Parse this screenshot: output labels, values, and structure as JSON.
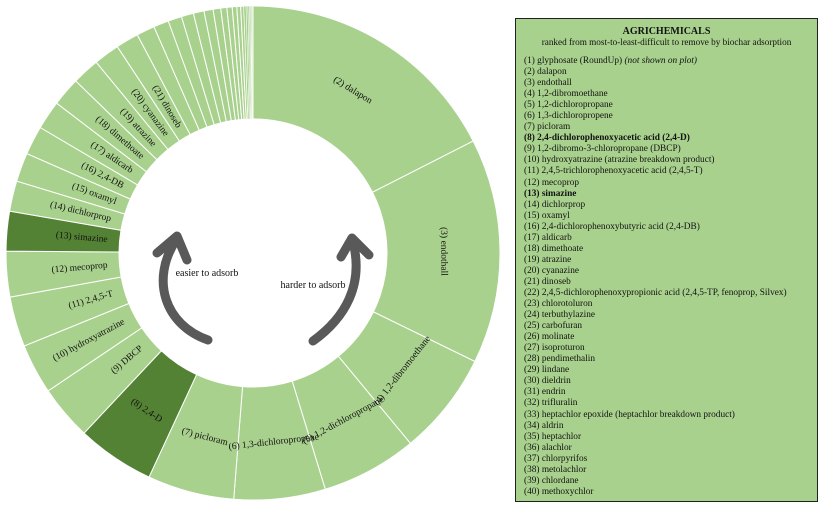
{
  "chart_data": {
    "type": "pie",
    "title": "AGRICHEMICALS",
    "subtitle": "ranked from most-to-least-difficult to remove by biochar adsorption",
    "arrow_labels": {
      "easier": "easier to adsorb",
      "harder": "harder to adsorb"
    },
    "colors": {
      "normal": "#a9d18e",
      "highlight": "#548235",
      "stroke": "#ffffff",
      "legend_border": "#222222"
    },
    "slices": [
      {
        "label": "(2) dalapon",
        "value": 17.6
      },
      {
        "label": "(3) endothall",
        "value": 14.8
      },
      {
        "label": "(4) 1,2-dibromoethane",
        "value": 6.8
      },
      {
        "label": "(5) 1,2-dichloropropane",
        "value": 6.3
      },
      {
        "label": "(6) 1,3-dichloropropene",
        "value": 6.0
      },
      {
        "label": "(7) picloram",
        "value": 5.7
      },
      {
        "label": "(8) 2,4-D",
        "value": 5.1,
        "highlight": true
      },
      {
        "label": "(9) DBCP",
        "value": 3.6
      },
      {
        "label": "(10) hydroxyatrazine",
        "value": 3.3
      },
      {
        "label": "(11) 2,4,5-T",
        "value": 3.3
      },
      {
        "label": "(12) mecoprop",
        "value": 3.0
      },
      {
        "label": "(13) simazine",
        "value": 2.6,
        "highlight": true
      },
      {
        "label": "(14) dichlorprop",
        "value": 2.0
      },
      {
        "label": "(15) oxamyl",
        "value": 1.9
      },
      {
        "label": "(16) 2,4-DB",
        "value": 1.9
      },
      {
        "label": "(17) aldicarb",
        "value": 1.9
      },
      {
        "label": "(18) dimethoate",
        "value": 1.9
      },
      {
        "label": "(19) atrazine",
        "value": 1.8
      },
      {
        "label": "(20) cyanazine",
        "value": 1.7
      },
      {
        "label": "(21) dinoseb",
        "value": 1.5
      },
      {
        "label": "(22)",
        "value": 1.2
      },
      {
        "label": "(23)",
        "value": 1.0
      },
      {
        "label": "(24)",
        "value": 0.9
      },
      {
        "label": "(25)",
        "value": 0.8
      },
      {
        "label": "(26)",
        "value": 0.7
      },
      {
        "label": "(27)",
        "value": 0.6
      },
      {
        "label": "(28)",
        "value": 0.5
      },
      {
        "label": "(29)",
        "value": 0.4
      },
      {
        "label": "(30)",
        "value": 0.35
      },
      {
        "label": "(31)",
        "value": 0.3
      },
      {
        "label": "(32)",
        "value": 0.25
      },
      {
        "label": "(33)",
        "value": 0.2
      },
      {
        "label": "(34)",
        "value": 0.15
      },
      {
        "label": "(35)",
        "value": 0.12
      },
      {
        "label": "(36)",
        "value": 0.1
      },
      {
        "label": "(37)",
        "value": 0.08
      },
      {
        "label": "(38)",
        "value": 0.06
      },
      {
        "label": "(39)",
        "value": 0.05
      },
      {
        "label": "(40)",
        "value": 0.04
      }
    ],
    "legend": [
      {
        "text": "(1) glyphosate (RoundUp) ",
        "note": "(not shown on plot)"
      },
      {
        "text": "(2) dalapon"
      },
      {
        "text": "(3) endothall"
      },
      {
        "text": "(4) 1,2-dibromoethane"
      },
      {
        "text": "(5) 1,2-dichloropropane"
      },
      {
        "text": "(6) 1,3-dichloropropene"
      },
      {
        "text": "(7) picloram"
      },
      {
        "text": "(8) 2,4-dichlorophenoxyacetic acid (2,4-D)",
        "bold": true
      },
      {
        "text": "(9) 1,2-dibromo-3-chloropropane (DBCP)"
      },
      {
        "text": "(10) hydroxyatrazine (atrazine breakdown product)"
      },
      {
        "text": "(11) 2,4,5-trichlorophenoxyacetic acid (2,4,5-T)"
      },
      {
        "text": "(12) mecoprop"
      },
      {
        "text": "(13) simazine",
        "bold": true
      },
      {
        "text": "(14) dichlorprop"
      },
      {
        "text": "(15) oxamyl"
      },
      {
        "text": "(16) 2,4-dichlorophenoxybutyric acid (2,4-DB)"
      },
      {
        "text": "(17) aldicarb"
      },
      {
        "text": "(18) dimethoate"
      },
      {
        "text": "(19) atrazine"
      },
      {
        "text": "(20) cyanazine"
      },
      {
        "text": "(21) dinoseb"
      },
      {
        "text": "(22) 2,4,5-dichlorophenoxypropionic acid (2,4,5-TP, fenoprop, Silvex)"
      },
      {
        "text": "(23) chlorotoluron"
      },
      {
        "text": "(24) terbuthylazine"
      },
      {
        "text": "(25) carbofuran"
      },
      {
        "text": "(26) molinate"
      },
      {
        "text": "(27) isoproturon"
      },
      {
        "text": "(28) pendimethalin"
      },
      {
        "text": "(29) lindane"
      },
      {
        "text": "(30) dieldrin"
      },
      {
        "text": "(31) endrin"
      },
      {
        "text": "(32) trifluralin"
      },
      {
        "text": "(33) heptachlor epoxide (heptachlor breakdown product)"
      },
      {
        "text": "(34) aldrin"
      },
      {
        "text": "(35) heptachlor"
      },
      {
        "text": "(36) alachlor"
      },
      {
        "text": "(37) chlorpyrifos"
      },
      {
        "text": "(38) metolachlor"
      },
      {
        "text": "(39) chlordane"
      },
      {
        "text": "(40) methoxychlor"
      }
    ]
  }
}
